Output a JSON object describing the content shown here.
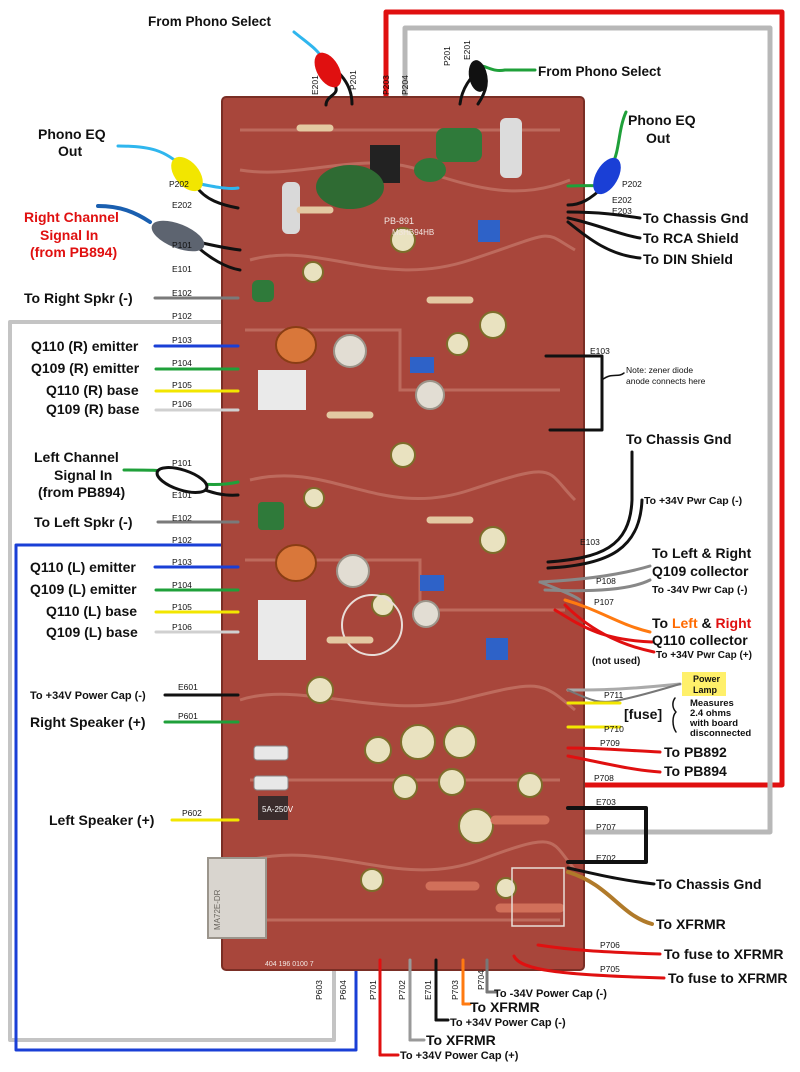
{
  "board": {
    "silkscreen_code": "PB-891",
    "silkscreen_part": "M3HB94HB",
    "board_number": "404 196 0100 7",
    "fuse_label": "5A-250V",
    "relay_label": "MA72E-DR"
  },
  "left_labels": [
    {
      "id": "phono-eq-out-left",
      "lines": [
        "Phono EQ",
        "Out"
      ],
      "color": "#111111"
    },
    {
      "id": "right-channel-in",
      "lines": [
        "Right Channel",
        "Signal In",
        "(from PB894)"
      ],
      "color": "#e01010"
    },
    {
      "id": "right-spkr-neg",
      "lines": [
        "To Right Spkr (-)"
      ],
      "color": "#111111"
    },
    {
      "id": "q110-r-emitter",
      "lines": [
        "Q110 (R) emitter"
      ],
      "color": "#111111"
    },
    {
      "id": "q109-r-emitter",
      "lines": [
        "Q109 (R) emitter"
      ],
      "color": "#111111"
    },
    {
      "id": "q110-r-base",
      "lines": [
        "Q110 (R) base"
      ],
      "color": "#111111"
    },
    {
      "id": "q109-r-base",
      "lines": [
        "Q109 (R) base"
      ],
      "color": "#111111"
    },
    {
      "id": "left-channel-in",
      "lines": [
        "Left Channel",
        "Signal In",
        "(from PB894)"
      ],
      "color": "#111111"
    },
    {
      "id": "left-spkr-neg",
      "lines": [
        "To Left Spkr (-)"
      ],
      "color": "#111111"
    },
    {
      "id": "q110-l-emitter",
      "lines": [
        "Q110 (L) emitter"
      ],
      "color": "#111111"
    },
    {
      "id": "q109-l-emitter",
      "lines": [
        "Q109 (L) emitter"
      ],
      "color": "#111111"
    },
    {
      "id": "q110-l-base",
      "lines": [
        "Q110 (L) base"
      ],
      "color": "#111111"
    },
    {
      "id": "q109-l-base",
      "lines": [
        "Q109 (L) base"
      ],
      "color": "#111111"
    },
    {
      "id": "pwr-cap-neg-left",
      "lines": [
        "To +34V Power Cap (-)"
      ],
      "color": "#111111"
    },
    {
      "id": "right-speaker-pos",
      "lines": [
        "Right Speaker (+)"
      ],
      "color": "#111111"
    },
    {
      "id": "left-speaker-pos",
      "lines": [
        "Left Speaker (+)"
      ],
      "color": "#111111"
    }
  ],
  "top_labels": [
    {
      "id": "from-phono-select-1",
      "text": "From Phono Select"
    },
    {
      "id": "from-phono-select-2",
      "text": "From Phono Select"
    }
  ],
  "right_labels": [
    {
      "id": "phono-eq-out-right",
      "lines": [
        "Phono EQ",
        "Out"
      ]
    },
    {
      "id": "chassis-gnd-1",
      "lines": [
        "To Chassis Gnd"
      ]
    },
    {
      "id": "rca-shield",
      "lines": [
        "To RCA Shield"
      ]
    },
    {
      "id": "din-shield",
      "lines": [
        "To DIN Shield"
      ]
    },
    {
      "id": "zener-note",
      "lines": [
        "Note: zener diode",
        "anode connects here"
      ]
    },
    {
      "id": "chassis-gnd-2",
      "lines": [
        "To Chassis Gnd"
      ]
    },
    {
      "id": "pwr-cap-neg-right",
      "lines": [
        "To +34V Pwr Cap (-)"
      ]
    },
    {
      "id": "q109-collector",
      "lines": [
        "To Left & Right",
        "Q109 collector"
      ]
    },
    {
      "id": "neg34-pwr-cap-neg",
      "lines": [
        "To -34V Pwr Cap (-)"
      ]
    },
    {
      "id": "not-used",
      "lines": [
        "(not used)"
      ]
    },
    {
      "id": "pwr-cap-pos-right",
      "lines": [
        "To +34V Pwr Cap (+)"
      ]
    },
    {
      "id": "power-lamp",
      "lines": [
        "Power",
        "Lamp"
      ]
    },
    {
      "id": "fuse",
      "lines": [
        "[fuse]"
      ]
    },
    {
      "id": "measures-note",
      "lines": [
        "Measures",
        "2.4 ohms",
        "with board",
        "disconnected"
      ]
    },
    {
      "id": "to-pb892",
      "lines": [
        "To PB892"
      ]
    },
    {
      "id": "to-pb894",
      "lines": [
        "To PB894"
      ]
    },
    {
      "id": "chassis-gnd-3",
      "lines": [
        "To Chassis Gnd"
      ]
    },
    {
      "id": "to-xfrmr-1",
      "lines": [
        "To XFRMR"
      ]
    },
    {
      "id": "fuse-xfrmr-1",
      "lines": [
        "To fuse to XFRMR"
      ]
    },
    {
      "id": "fuse-xfrmr-2",
      "lines": [
        "To fuse to XFRMR"
      ]
    }
  ],
  "q110_collector": {
    "prefix": "To ",
    "left": "Left",
    "amp": " & ",
    "right": "Right",
    "line2": "Q110 collector"
  },
  "bottom_labels": [
    {
      "id": "neg34-pwr-cap-neg-bottom",
      "text": "To -34V Power Cap (-)"
    },
    {
      "id": "to-xfrmr-2",
      "text": "To XFRMR"
    },
    {
      "id": "pwr-cap-neg-bottom",
      "text": "To +34V Power Cap (-)"
    },
    {
      "id": "to-xfrmr-3",
      "text": "To XFRMR"
    },
    {
      "id": "pwr-cap-pos-bottom",
      "text": "To +34V Power Cap (+)"
    }
  ],
  "pads": {
    "E201a": "E201",
    "P201a": "P201",
    "P203": "P203",
    "P204": "P204",
    "P201b": "P201",
    "E201b": "E201",
    "P202a": "P202",
    "E202a": "E202",
    "P202b": "P202",
    "E202b": "E202",
    "E203": "E203",
    "P101a": "P101",
    "E101a": "E101",
    "E102a": "E102",
    "P102a": "P102",
    "P103a": "P103",
    "P104a": "P104",
    "P105a": "P105",
    "P106a": "P106",
    "E103a": "E103",
    "P101b": "P101",
    "E101b": "E101",
    "E102b": "E102",
    "P102b": "P102",
    "P103b": "P103",
    "P104b": "P104",
    "P105b": "P105",
    "P106b": "P106",
    "E103b": "E103",
    "P108": "P108",
    "P107": "P107",
    "E601": "E601",
    "P601": "P601",
    "P602": "P602",
    "P711": "P711",
    "P710": "P710",
    "P709": "P709",
    "P708": "P708",
    "E703": "E703",
    "P707": "P707",
    "E702": "E702",
    "P706": "P706",
    "P705": "P705",
    "P603": "P603",
    "P604": "P604",
    "P701": "P701",
    "P702": "P702",
    "E701": "E701",
    "P703": "P703",
    "P704": "P704"
  },
  "colors": {
    "board": "#a8463b",
    "wire_red": "#e01010",
    "wire_gray": "#b8b8b8",
    "wire_black": "#111111",
    "wire_blue": "#1a3fd6",
    "wire_green": "#1fa03a",
    "wire_yellow": "#f2e600",
    "wire_cyan": "#2fb6ee",
    "wire_orange": "#ff7a10",
    "wire_brown": "#b07a2a",
    "lamp_bg": "#fff06a"
  }
}
